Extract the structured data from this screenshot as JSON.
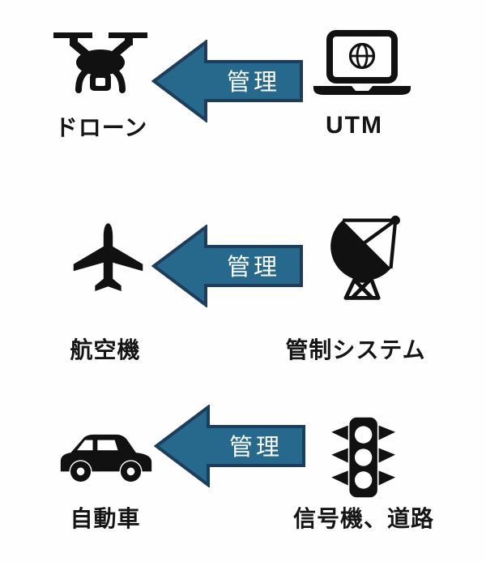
{
  "diagram": {
    "background_color": "#FEFEFE",
    "icon_color": "#111111",
    "arrow": {
      "label": "管理",
      "fill_color": "#26698C",
      "border_color": "#1C3E5C",
      "text_color": "#FFFFFF",
      "direction": "left"
    },
    "rows": [
      {
        "left_icon": "drone-icon",
        "left_label": "ドローン",
        "right_icon": "laptop-globe-icon",
        "right_label": "UTM"
      },
      {
        "left_icon": "airplane-icon",
        "left_label": "航空機",
        "right_icon": "satellite-dish-icon",
        "right_label": "管制システム"
      },
      {
        "left_icon": "car-icon",
        "left_label": "自動車",
        "right_icon": "traffic-light-icon",
        "right_label": "信号機、道路"
      }
    ]
  }
}
